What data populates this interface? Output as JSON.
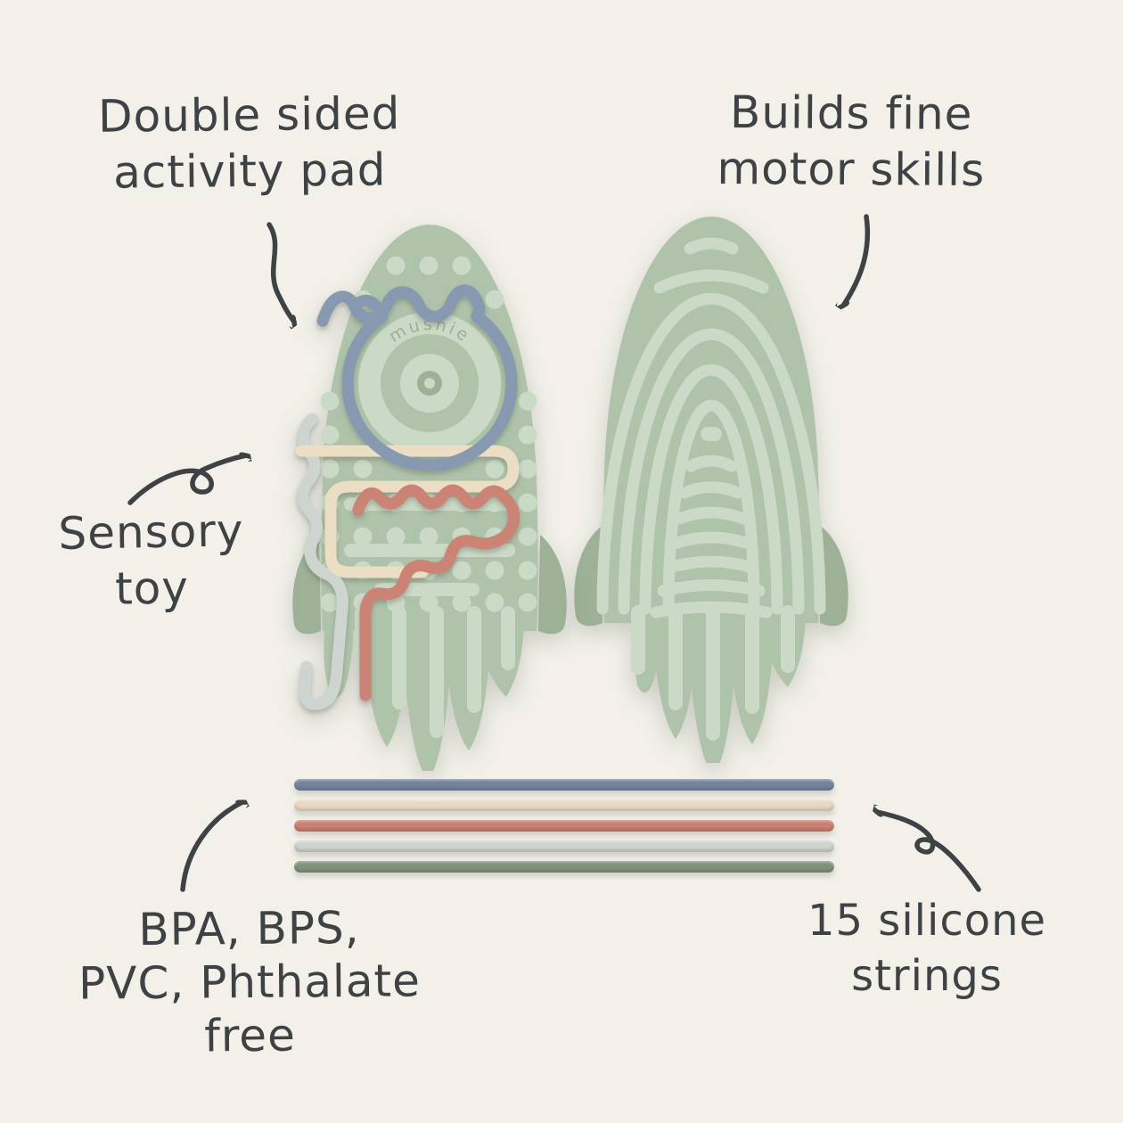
{
  "annotations": {
    "double_sided": {
      "line1": "Double sided",
      "line2": "activity pad"
    },
    "fine_motor": {
      "line1": "Builds fine",
      "line2": "motor skills"
    },
    "sensory": {
      "line1": "Sensory",
      "line2": "toy"
    },
    "materials": {
      "line1": "BPA, BPS,",
      "line2": "PVC, Phthalate",
      "line3": "free"
    },
    "string_count": {
      "line1": "15 silicone",
      "line2": "strings"
    }
  },
  "product": {
    "brand_mark": "mushie",
    "strings": [
      {
        "name": "slate-blue",
        "color": "#74839c"
      },
      {
        "name": "cream",
        "color": "#e9d8c0"
      },
      {
        "name": "rose",
        "color": "#c97f72"
      },
      {
        "name": "light-gray",
        "color": "#cdd3ce"
      },
      {
        "name": "sage-green",
        "color": "#81927b"
      }
    ]
  },
  "colors": {
    "background": "#f2f0e9",
    "ink": "#3e4245",
    "pad-green": "#afc3aa",
    "pad-green-dark": "#9cb196",
    "pad-ridge": "#cbdac6",
    "string-blue": "#8699b1",
    "string-cream": "#ecddc5",
    "string-rose": "#cb8376",
    "string-gray": "#ced5d1"
  }
}
